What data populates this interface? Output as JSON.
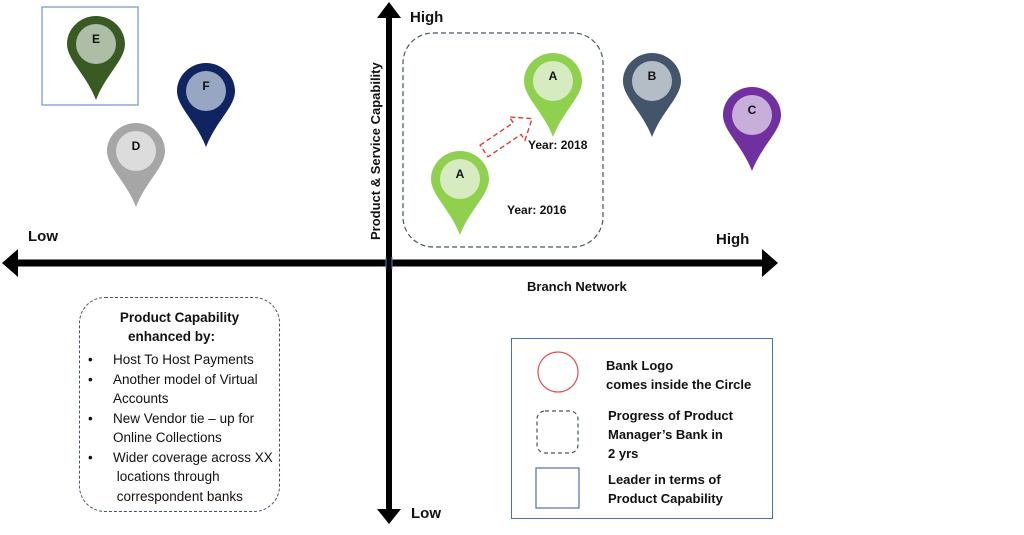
{
  "axes": {
    "y_title": "Product & Service Capability",
    "y_high": "High",
    "y_low": "Low",
    "x_title": "Branch Network",
    "x_high": "High",
    "x_low": "Low"
  },
  "pins": [
    {
      "id": "E",
      "label": "E",
      "outer_color": "#3a5a23",
      "inner_color": "#aebda5",
      "highlighted_leader": true
    },
    {
      "id": "F",
      "label": "F",
      "outer_color": "#0f2460",
      "inner_color": "#97a6c2"
    },
    {
      "id": "D",
      "label": "D",
      "outer_color": "#a6a6a6",
      "inner_color": "#dcdcdc"
    },
    {
      "id": "A2016",
      "label": "A",
      "outer_color": "#8fd14f",
      "inner_color": "#d6ecc0",
      "year": "Year: 2016"
    },
    {
      "id": "A2018",
      "label": "A",
      "outer_color": "#8fd14f",
      "inner_color": "#d6ecc0",
      "year": "Year: 2018"
    },
    {
      "id": "B",
      "label": "B",
      "outer_color": "#44546a",
      "inner_color": "#b4bcc6"
    },
    {
      "id": "C",
      "label": "C",
      "outer_color": "#7030a0",
      "inner_color": "#c7aedb"
    }
  ],
  "notes": {
    "title_line1": "Product Capability",
    "title_line2": "enhanced by:",
    "items": [
      {
        "line1": "Host To Host Payments",
        "line2": ""
      },
      {
        "line1": "Another model of Virtual",
        "line2": "Accounts"
      },
      {
        "line1": "New Vendor tie – up for",
        "line2": "Online Collections"
      },
      {
        "line1": "Wider coverage across XX",
        "line2": "locations through",
        "line3": "correspondent banks"
      }
    ]
  },
  "legend": {
    "items": [
      {
        "icon": "red-circle",
        "line1": "Bank Logo",
        "line2": "comes inside the Circle"
      },
      {
        "icon": "dashed-rounded-square",
        "line1": "Progress of Product",
        "line2": "Manager’s Bank in",
        "line3": "2 yrs"
      },
      {
        "icon": "solid-square",
        "line1": "Leader in terms of",
        "line2": "Product Capability"
      }
    ]
  },
  "colors": {
    "axis": "#000000",
    "dashed_border": "#44546a",
    "progress_arrow": "#e03c3c",
    "legend_border": "#4f6fa8",
    "legend_circle": "#e05050"
  }
}
